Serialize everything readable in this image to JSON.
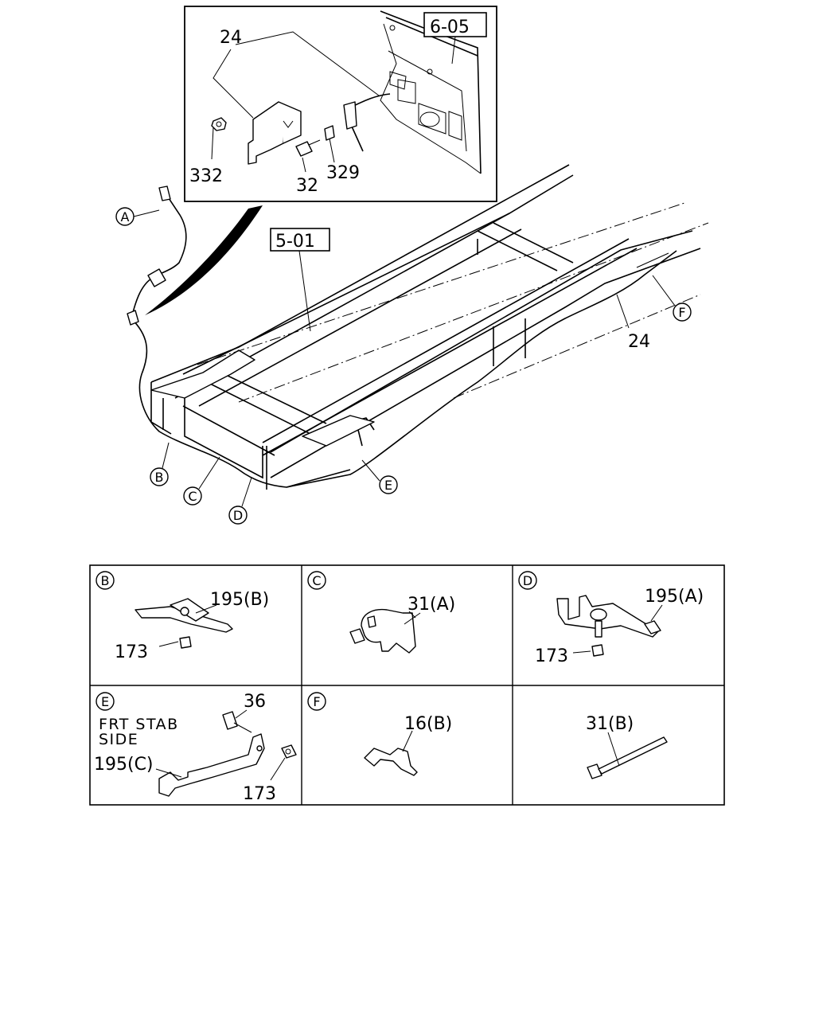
{
  "refs": {
    "ref_605": "6-05",
    "ref_501": "5-01"
  },
  "main_labels": {
    "inset_24": "24",
    "n332": "332",
    "n32": "32",
    "n329": "329",
    "main_24": "24"
  },
  "callouts": [
    "A",
    "B",
    "C",
    "D",
    "E",
    "F"
  ],
  "details": [
    {
      "letter": "B",
      "labels": {
        "part_a": "195(B)",
        "part_b": "173"
      }
    },
    {
      "letter": "C",
      "labels": {
        "part_a": "31(A)"
      }
    },
    {
      "letter": "D",
      "labels": {
        "part_a": "195(A)",
        "part_b": "173"
      }
    },
    {
      "letter": "E",
      "note_line1": "FRT STAB",
      "note_line2": "SIDE",
      "labels": {
        "part_a": "36",
        "part_b": "195(C)",
        "part_c": "173"
      }
    },
    {
      "letter": "F",
      "labels": {
        "part_a": "16(B)"
      }
    },
    {
      "letter": "",
      "labels": {
        "part_a": "31(B)"
      }
    }
  ]
}
